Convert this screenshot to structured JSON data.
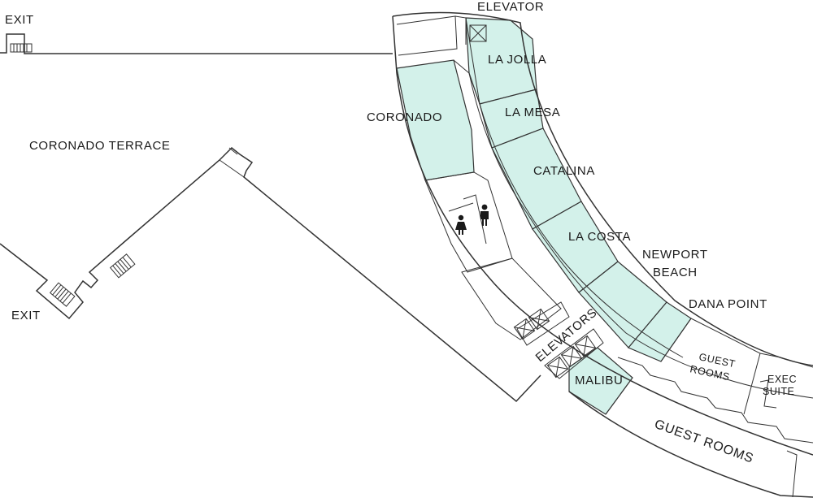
{
  "colors": {
    "meeting_room_fill": "#d3f1ea",
    "wall_stroke": "#333333",
    "text": "#1a1a1a",
    "background": "#ffffff"
  },
  "labels": {
    "exit_top": "EXIT",
    "exit_bottom": "EXIT",
    "coronado_terrace": "CORONADO TERRACE",
    "elevator_top": "ELEVATOR",
    "la_jolla": "LA JOLLA",
    "la_mesa": "LA MESA",
    "coronado": "CORONADO",
    "catalina": "CATALINA",
    "la_costa": "LA COSTA",
    "newport_line1": "NEWPORT",
    "newport_line2": "BEACH",
    "dana_point": "DANA POINT",
    "elevators": "ELEVATORS",
    "malibu": "MALIBU",
    "guest_rooms_small_line1": "GUEST",
    "guest_rooms_small_line2": "ROOMS",
    "exec_suite_line1": "EXEC",
    "exec_suite_line2": "SUITE",
    "guest_rooms_large": "GUEST ROOMS"
  },
  "icons": [
    "stairs-icon",
    "elevator-icon",
    "womens-restroom-icon",
    "mens-restroom-icon"
  ]
}
